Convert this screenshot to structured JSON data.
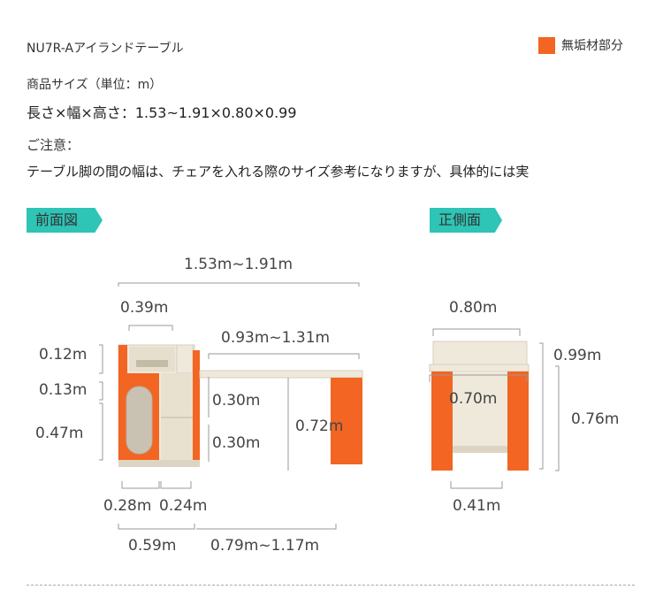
{
  "title": "NU7R-Aアイランドテーブル",
  "legend": {
    "label": "無垢材部分",
    "color": "#f26522"
  },
  "size_label": "商品サイズ（単位：m）",
  "dimensions_text": "長さ×幅×高さ：1.53~1.91×0.80×0.99",
  "note_label": "ご注意：",
  "note_text": "テーブル脚の間の幅は、チェアを入れる際のサイズ参考になりますが、具体的には実",
  "views": {
    "front": "前面図",
    "side": "正側面"
  },
  "front_dims": {
    "total_length": "1.53m~1.91m",
    "cabinet_width": "0.39m",
    "table_length": "0.93m~1.31m",
    "top_height": "0.12m",
    "upper_height": "0.13m",
    "lower_height": "0.47m",
    "shelf_upper": "0.30m",
    "shelf_lower": "0.30m",
    "table_height": "0.72m",
    "bottom_left": "0.28m",
    "bottom_right": "0.24m",
    "base_left": "0.59m",
    "base_right": "0.79m~1.17m"
  },
  "side_dims": {
    "top_width": "0.80m",
    "total_height": "0.99m",
    "inner_width": "0.70m",
    "table_height": "0.76m",
    "bottom_width": "0.41m"
  },
  "colors": {
    "orange": "#f26522",
    "cream": "#efe9dc",
    "accent_tag": "#2ec4b6"
  }
}
